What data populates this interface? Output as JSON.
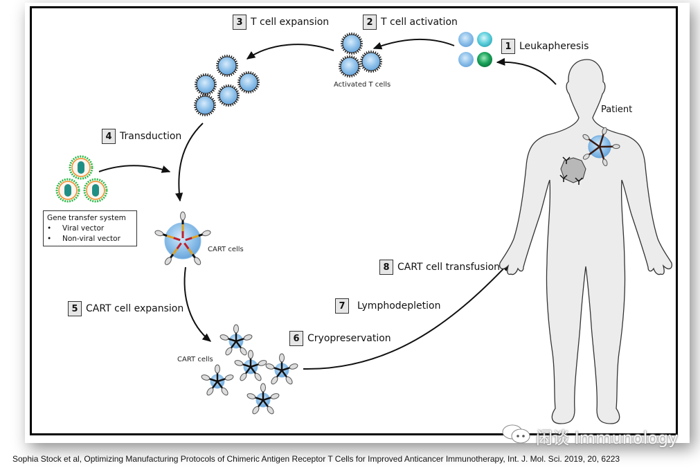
{
  "steps": [
    {
      "num": "1",
      "label": "Leukapheresis"
    },
    {
      "num": "2",
      "label": "T cell activation"
    },
    {
      "num": "3",
      "label": "T cell expansion"
    },
    {
      "num": "4",
      "label": "Transduction"
    },
    {
      "num": "5",
      "label": "CART cell expansion"
    },
    {
      "num": "6",
      "label": "Cryopreservation"
    },
    {
      "num": "7",
      "label": "Lymphodepletion"
    },
    {
      "num": "8",
      "label": "CART cell transfusion"
    }
  ],
  "labels": {
    "activated_t_cells": "Activated T cells",
    "cart_cells_single": "CART cells",
    "cart_cells_group": "CART cells",
    "patient": "Patient"
  },
  "gene_transfer": {
    "title": "Gene transfer system",
    "items": [
      "Viral vector",
      "Non-viral vector"
    ],
    "bullet": "•"
  },
  "watermark": "闲谈 Immunology",
  "caption": "Sophia Stock et al, Optimizing Manufacturing Protocols of Chimeric Antigen Receptor T Cells for Improved Anticancer Immunotherapy, Int. J. Mol. Sci. 2019, 20, 6223",
  "colors": {
    "t_cell": "#8fc1ea",
    "t_cell_cyan": "#5fd0dc",
    "t_cell_green": "#1aa35a",
    "body_fill": "#ececec",
    "vector_green": "#2fb84a",
    "vector_orange": "#f08a24",
    "vector_core": "#1f8f86",
    "tumor": "#b8b8b8"
  }
}
